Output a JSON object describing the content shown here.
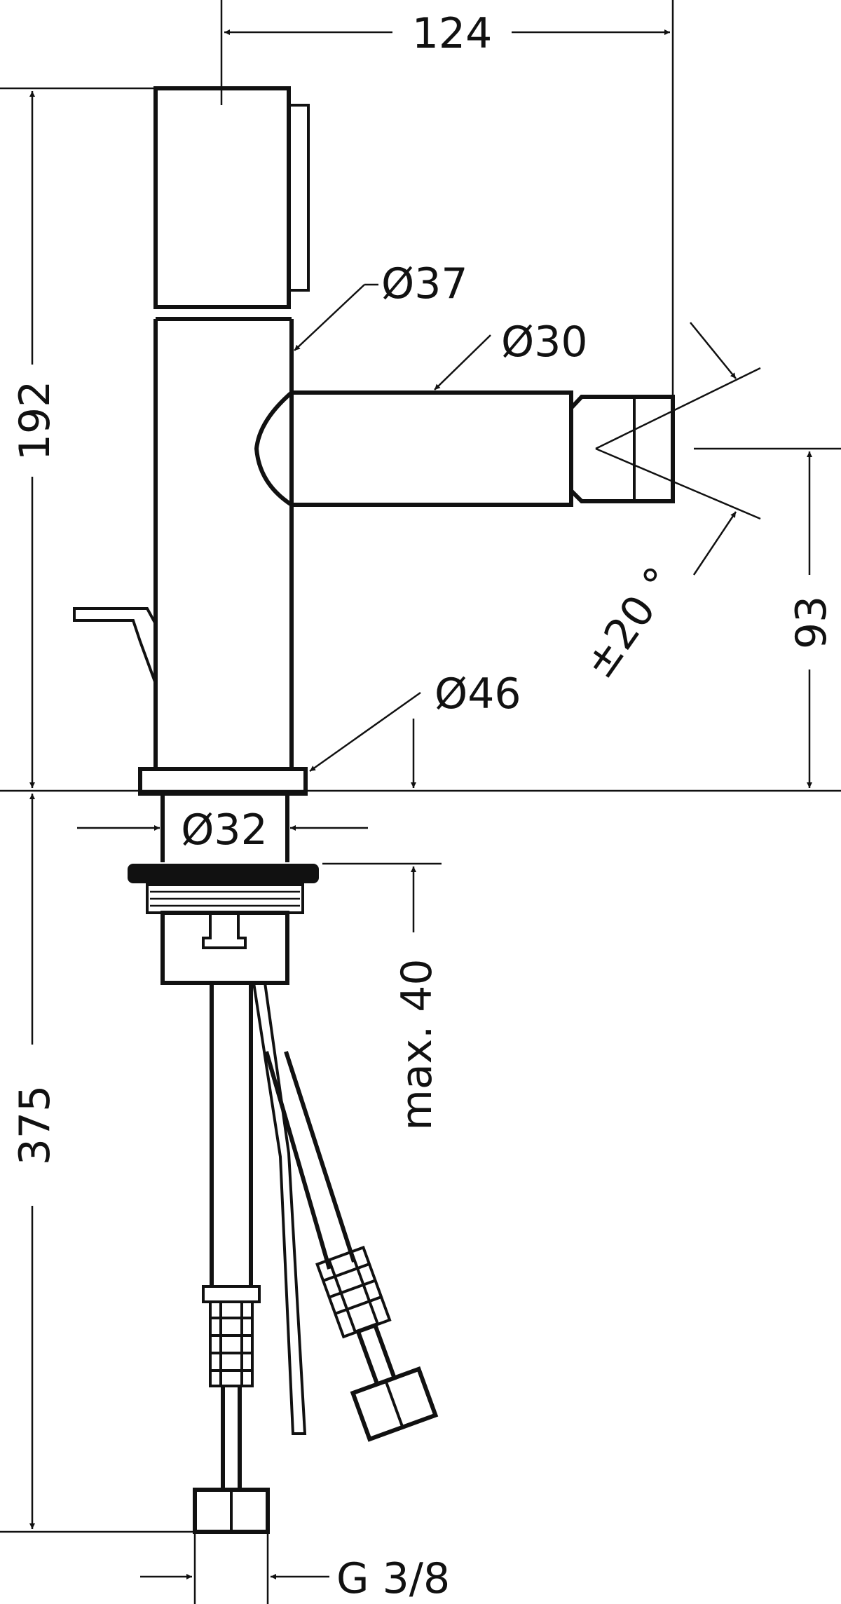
{
  "dimensions": {
    "width_top": "124",
    "height_body": "192",
    "spout_height": "93",
    "below_deck": "375",
    "diameter_handle": "Ø37",
    "diameter_spout": "Ø30",
    "diameter_base": "Ø46",
    "diameter_shank": "Ø32",
    "max_deck": "max. 40",
    "angle": "±20 °",
    "thread": "G 3/8"
  }
}
